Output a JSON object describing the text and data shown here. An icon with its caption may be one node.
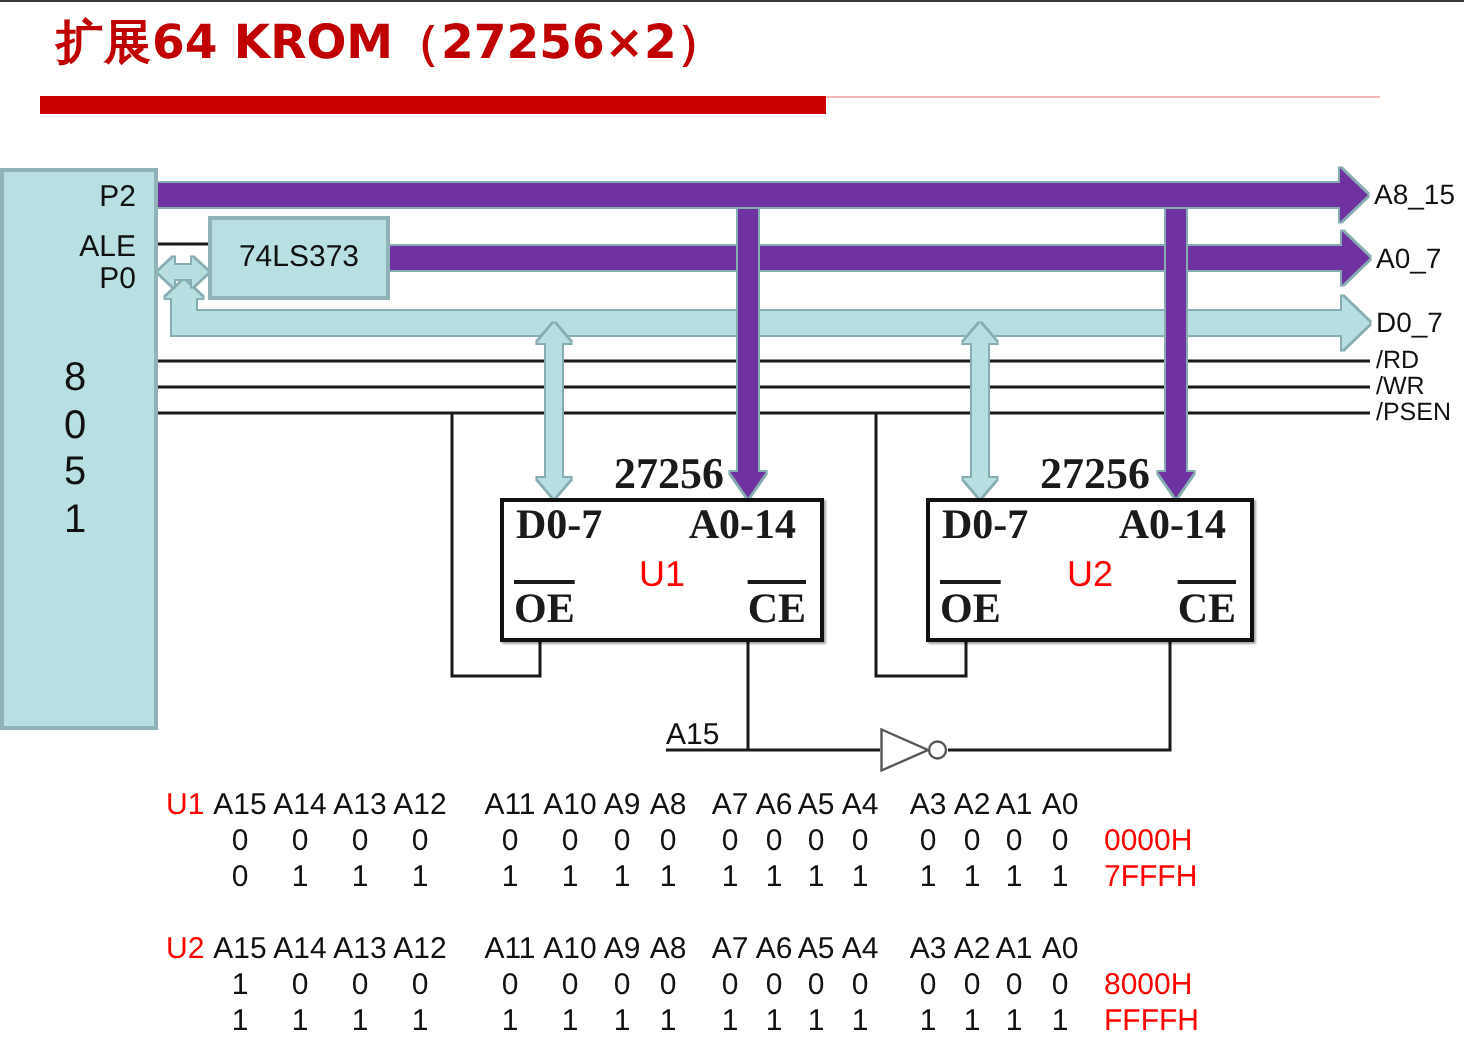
{
  "diagram": {
    "title": "扩展64 KROM（27256×2）",
    "nodes": [
      {
        "text": [
          "P2",
          "ALE",
          "P0",
          "8051"
        ]
      },
      {
        "text": [
          "74LS373"
        ]
      },
      {
        "text": [
          "A8_15"
        ]
      },
      {
        "text": [
          "A0_7"
        ]
      },
      {
        "text": [
          "D0_7"
        ]
      },
      {
        "text": [
          "/RD"
        ]
      },
      {
        "text": [
          "/WR"
        ]
      },
      {
        "text": [
          "/PSEN"
        ]
      },
      {
        "text": [
          "27256",
          "D0-7",
          "A0-14",
          "U1",
          "OE",
          "CE"
        ]
      },
      {
        "text": [
          "27256",
          "D0-7",
          "A0-14",
          "U2",
          "OE",
          "CE"
        ]
      },
      {
        "text": [
          "A15"
        ]
      },
      {
        "text": [],
        "shape": "triangle"
      }
    ],
    "edges": [
      {
        "from": 0,
        "to": 2,
        "arrow": "to",
        "style": "thick",
        "color": "#7030a0"
      },
      {
        "from": 0,
        "to": 8,
        "arrow": "to",
        "style": "thick",
        "color": "#7030a0"
      },
      {
        "from": 0,
        "to": 9,
        "arrow": "to",
        "style": "thick",
        "color": "#7030a0"
      },
      {
        "from": 1,
        "to": 3,
        "arrow": "to",
        "style": "thick",
        "color": "#7030a0"
      },
      {
        "from": 0,
        "to": 1,
        "arrow": "both",
        "style": "thick",
        "color": "#b7dee0"
      },
      {
        "from": 0,
        "to": 4,
        "arrow": "both",
        "style": "thick",
        "color": "#b7dee0"
      },
      {
        "from": 0,
        "to": 8,
        "arrow": "both",
        "style": "thick",
        "color": "#b7dee0"
      },
      {
        "from": 0,
        "to": 9,
        "arrow": "both",
        "style": "thick",
        "color": "#b7dee0"
      },
      {
        "from": 0,
        "to": 1,
        "arrow": "none"
      },
      {
        "from": 0,
        "to": 5,
        "arrow": "none"
      },
      {
        "from": 0,
        "to": 6,
        "arrow": "none"
      },
      {
        "from": 0,
        "to": 7,
        "arrow": "none"
      },
      {
        "from": 0,
        "to": 8,
        "arrow": "none"
      },
      {
        "from": 0,
        "to": 9,
        "arrow": "none"
      },
      {
        "from": 10,
        "to": 8,
        "arrow": "none"
      },
      {
        "from": 10,
        "to": 11,
        "arrow": "none"
      },
      {
        "from": 11,
        "to": 9,
        "arrow": "none"
      }
    ],
    "labels": [
      "U1",
      "A15",
      "A14",
      "A13",
      "A12",
      "A11",
      "A10",
      "A9",
      "A8",
      "A7",
      "A6",
      "A5",
      "A4",
      "A3",
      "A2",
      "A1",
      "A0",
      "0",
      "0",
      "0",
      "0",
      "0",
      "0",
      "0",
      "0",
      "0",
      "0",
      "0",
      "0",
      "0",
      "0",
      "0",
      "0",
      "0000H",
      "0",
      "1",
      "1",
      "1",
      "1",
      "1",
      "1",
      "1",
      "1",
      "1",
      "1",
      "1",
      "1",
      "1",
      "1",
      "1",
      "7FFFH",
      "U2",
      "A15",
      "A14",
      "A13",
      "A12",
      "A11",
      "A10",
      "A9",
      "A8",
      "A7",
      "A6",
      "A5",
      "A4",
      "A3",
      "A2",
      "A1",
      "A0",
      "1",
      "0",
      "0",
      "0",
      "0",
      "0",
      "0",
      "0",
      "0",
      "0",
      "0",
      "0",
      "0",
      "0",
      "0",
      "0",
      "8000H",
      "1",
      "1",
      "1",
      "1",
      "1",
      "1",
      "1",
      "1",
      "1",
      "1",
      "1",
      "1",
      "1",
      "1",
      "1",
      "1",
      "FFFFH"
    ]
  }
}
